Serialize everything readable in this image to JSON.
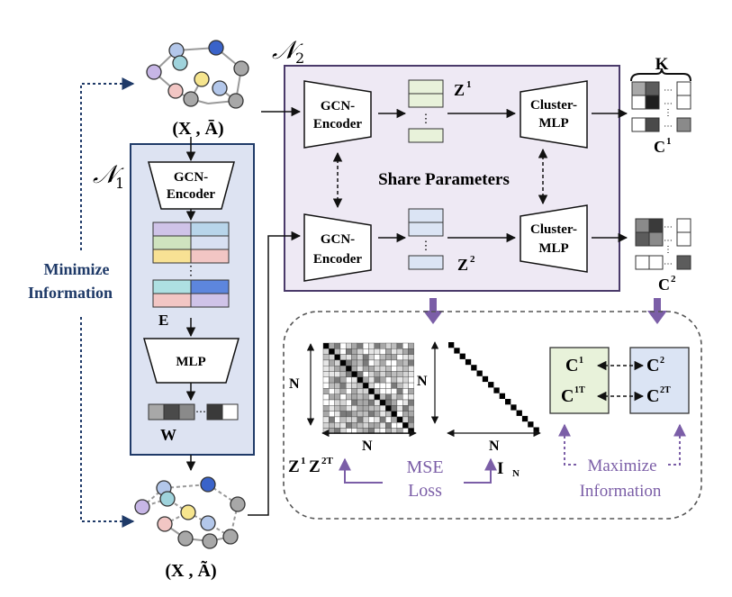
{
  "graph_input": {
    "label": "(X , Ā)"
  },
  "graph_output": {
    "label": "(X , Ã)"
  },
  "n1": {
    "label": "𝒩",
    "sub": "1",
    "encoder": [
      "GCN-",
      "Encoder"
    ],
    "emb_label": "E",
    "mlp_label": "MLP",
    "w_label": "W"
  },
  "n2": {
    "label": "𝒩",
    "sub": "2",
    "encoder": [
      "GCN-",
      "Encoder"
    ],
    "cluster_mlp": [
      "Cluster-",
      "MLP"
    ],
    "z1": "Z",
    "z1_sup": "1",
    "z2": "Z",
    "z2_sup": "2",
    "share": "Share Parameters",
    "k_label": "K",
    "c1": "C",
    "c1_sup": "1",
    "c2": "C",
    "c2_sup": "2"
  },
  "minimize": [
    "Minimize",
    "Information"
  ],
  "bottom": {
    "n_label": "N",
    "zz_label": "Z",
    "zz_sup1": "1",
    "zz_z2": "Z",
    "zz_sup2": "2T",
    "i_label": "I",
    "i_sub": "N",
    "mse": [
      "MSE",
      "Loss"
    ],
    "maximize": [
      "Maximize",
      "Information"
    ],
    "c1": "C",
    "c1_sup": "1",
    "c2": "C",
    "c2_sup": "2",
    "c1t_sup": "1T",
    "c2t_sup": "2T"
  },
  "colors": {
    "navy": "#1f3a68",
    "purple": "#7b5ea7",
    "n1_fill": "#dde3f2",
    "n2_fill": "#eee9f4",
    "z1_fill": "#e8f2da",
    "z2_fill": "#dbe4f4",
    "node_colors": [
      "#b3c7ea",
      "#3a63c9",
      "#9fd3dc",
      "#f6e58e",
      "#f2c6c4",
      "#a8a8a8",
      "#c7b6e6"
    ]
  }
}
